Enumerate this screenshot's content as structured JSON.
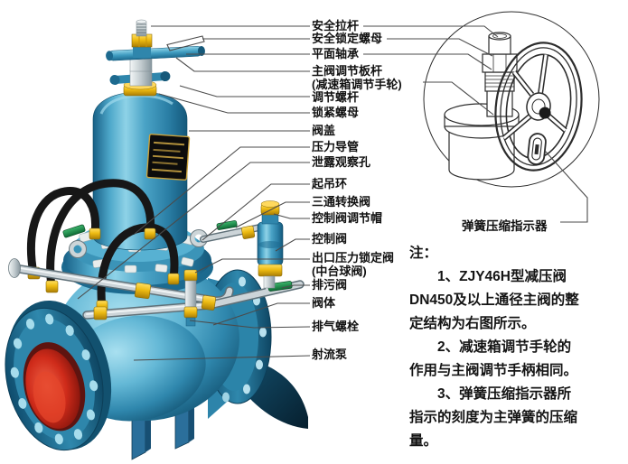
{
  "figure": {
    "subject": "ZJY46H型减压阀结构图",
    "callouts": [
      {
        "name": "safety-pull-rod",
        "label": "安全拉杆"
      },
      {
        "name": "safety-lock-nut",
        "label": "安全锁定螺母"
      },
      {
        "name": "flat-bearing",
        "label": "平面轴承"
      },
      {
        "name": "main-valve-adjust-lever",
        "label": "主阀调节板杆",
        "sublabel": "(减速箱调节手轮)"
      },
      {
        "name": "adjust-screw",
        "label": "调节螺杆"
      },
      {
        "name": "lock-nut",
        "label": "锁紧螺母"
      },
      {
        "name": "valve-bonnet",
        "label": "阀盖"
      },
      {
        "name": "pressure-conduit",
        "label": "压力导管"
      },
      {
        "name": "leak-observation-hole",
        "label": "泄露观察孔"
      },
      {
        "name": "lifting-ring",
        "label": "起吊环"
      },
      {
        "name": "three-way-switch-valve",
        "label": "三通转换阀"
      },
      {
        "name": "control-valve-adjust-cap",
        "label": "控制阀调节帽"
      },
      {
        "name": "control-valve",
        "label": "控制阀"
      },
      {
        "name": "outlet-pressure-lock-valve",
        "label": "出口压力锁定阀",
        "sublabel": "(中台球阀)"
      },
      {
        "name": "drain-valve",
        "label": "排污阀"
      },
      {
        "name": "valve-body",
        "label": "阀体"
      },
      {
        "name": "exhaust-bolt",
        "label": "排气螺栓"
      },
      {
        "name": "jet-pump",
        "label": "射流泵"
      }
    ],
    "inset": {
      "caption": "弹簧压缩指示器"
    }
  },
  "notes": {
    "heading": "注：",
    "items": [
      "1、ZJY46H型减压阀\nDN450及以上通径主阀的整\n定结构为右图所示。",
      "2、减速箱调节手轮的\n作用与主阀调节手柄相同。",
      "3、弹簧压缩指示器所\n指示的刻度为主弹簧的压缩\n量。"
    ]
  },
  "colors": {
    "body_blue": "#4aa6c9",
    "body_highlight": "#a9e0f0",
    "flange_blue": "#1e6f96",
    "bore_red": "#d22d1e",
    "brass_yellow": "#edbb12",
    "steel_silver": "#c2cbcf",
    "handle_green": "#1f8a4c",
    "hose_black": "#171717",
    "leader_line": "#4b4b4b",
    "text": "#111111",
    "background": "#ffffff"
  }
}
